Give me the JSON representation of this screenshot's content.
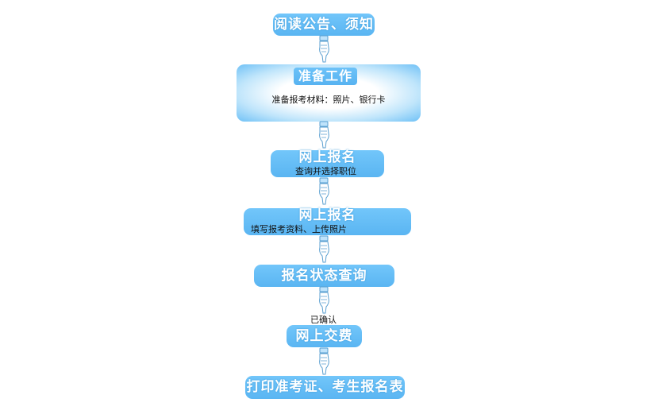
{
  "steps": [
    {
      "title": "阅读公告、须知"
    },
    {
      "title": "准备工作",
      "sub": "准备报考材料：照片、银行卡"
    },
    {
      "title": "网上报名",
      "sub": "查询并选择职位"
    },
    {
      "title": "网上报名",
      "sub": "填写报考资料、上传照片"
    },
    {
      "title": "报名状态查询"
    },
    {
      "title": "网上交费"
    },
    {
      "title": "打印准考证、考生报名表"
    }
  ],
  "notes": {
    "confirmed": "已确认"
  },
  "colors": {
    "box_fill": "#62bbf4",
    "box_text": "#ffffff",
    "sub_text": "#111111"
  },
  "icons": {
    "connector": "pointing-hand-icon"
  }
}
